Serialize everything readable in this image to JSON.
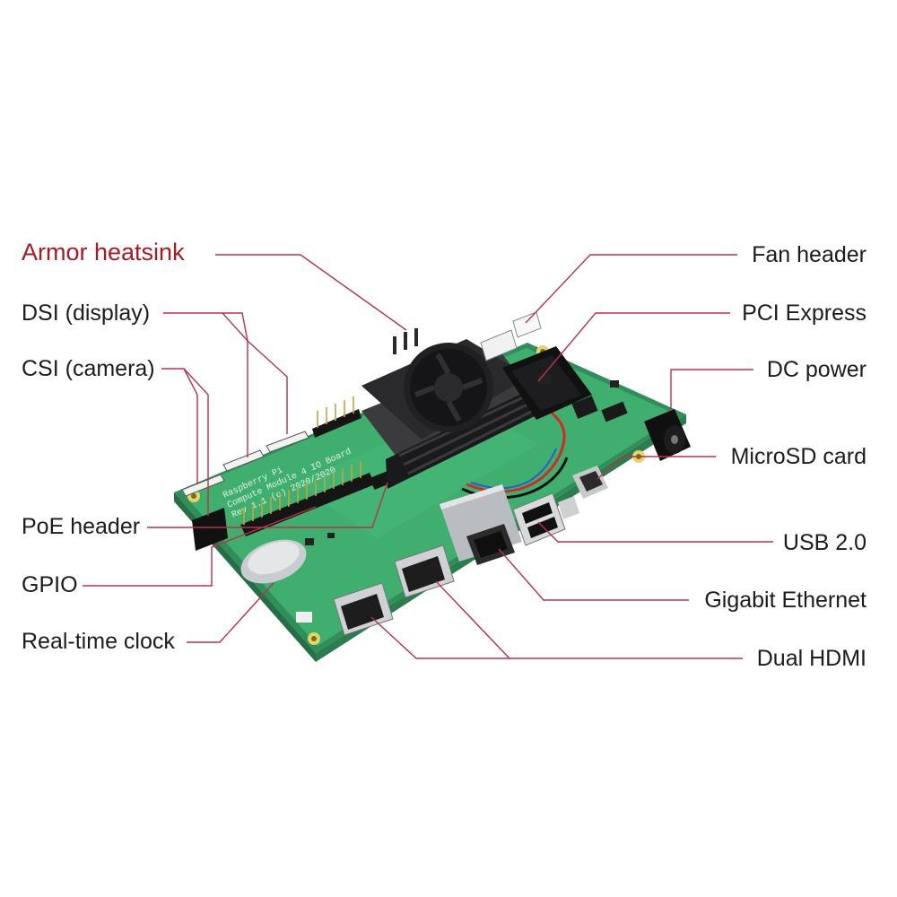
{
  "colors": {
    "background": "#ffffff",
    "label_text": "#1c1c1c",
    "highlight_label": "#a51c24",
    "callout_line": "#b5334d",
    "pcb_green": "#3fae6f",
    "heatsink": "#1f1f21"
  },
  "labels": {
    "left": [
      {
        "id": "heatsink",
        "text": "Armor heatsink",
        "highlight": true
      },
      {
        "id": "dsi",
        "text": "DSI (display)"
      },
      {
        "id": "csi",
        "text": "CSI (camera)"
      },
      {
        "id": "poe",
        "text": "PoE header"
      },
      {
        "id": "gpio",
        "text": "GPIO"
      },
      {
        "id": "rtc",
        "text": "Real-time clock"
      }
    ],
    "right": [
      {
        "id": "fan",
        "text": "Fan header"
      },
      {
        "id": "pcie",
        "text": "PCI Express"
      },
      {
        "id": "dc",
        "text": "DC power"
      },
      {
        "id": "microsd",
        "text": "MicroSD card"
      },
      {
        "id": "usb",
        "text": "USB 2.0"
      },
      {
        "id": "ethernet",
        "text": "Gigabit Ethernet"
      },
      {
        "id": "hdmi",
        "text": "Dual HDMI"
      }
    ]
  },
  "board_silkscreen": {
    "line1": "Raspberry Pi",
    "line2": "Compute Module 4 IO Board",
    "line3": "Rev 1.1 (c) 2020/2020"
  },
  "board_items": [
    {
      "name": "fan-heatsink",
      "icon": "fan-icon"
    },
    {
      "name": "pcie-slot",
      "icon": "pcie-slot-icon"
    },
    {
      "name": "dc-jack",
      "icon": "power-jack-icon"
    },
    {
      "name": "microsd-slot",
      "icon": "sd-card-icon"
    },
    {
      "name": "usb-ports",
      "icon": "usb-icon"
    },
    {
      "name": "ethernet-port",
      "icon": "ethernet-icon"
    },
    {
      "name": "hdmi-ports",
      "icon": "hdmi-icon"
    },
    {
      "name": "gpio-header",
      "icon": "pin-header-icon"
    },
    {
      "name": "rtc-battery",
      "icon": "coin-cell-icon"
    }
  ]
}
